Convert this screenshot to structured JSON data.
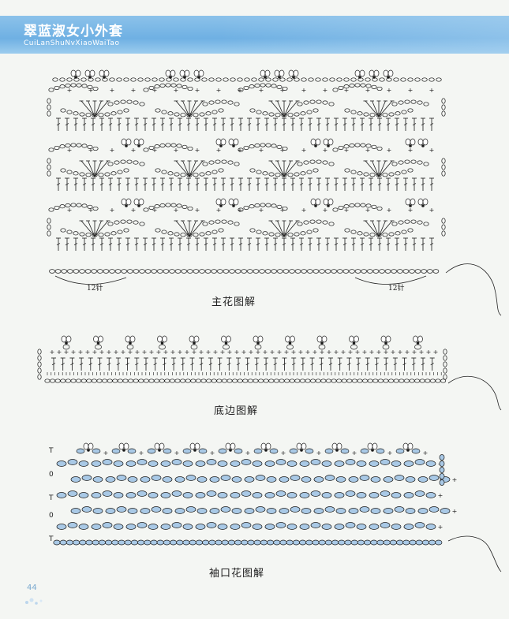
{
  "header": {
    "title": "翠蓝淑女小外套",
    "subtitle": "CuiLanShuNvXiaoWaiTao"
  },
  "main_chart": {
    "caption": "主花图解",
    "repeat_left": "12针",
    "repeat_right": "12针"
  },
  "edge_chart": {
    "caption": "底边图解"
  },
  "cuff_chart": {
    "caption": "袖口花图解"
  },
  "page": {
    "number": "44"
  },
  "colors": {
    "header": "#6fb0e3",
    "ink": "#1a1a1a",
    "oval_fill": "#a9c9e6"
  }
}
